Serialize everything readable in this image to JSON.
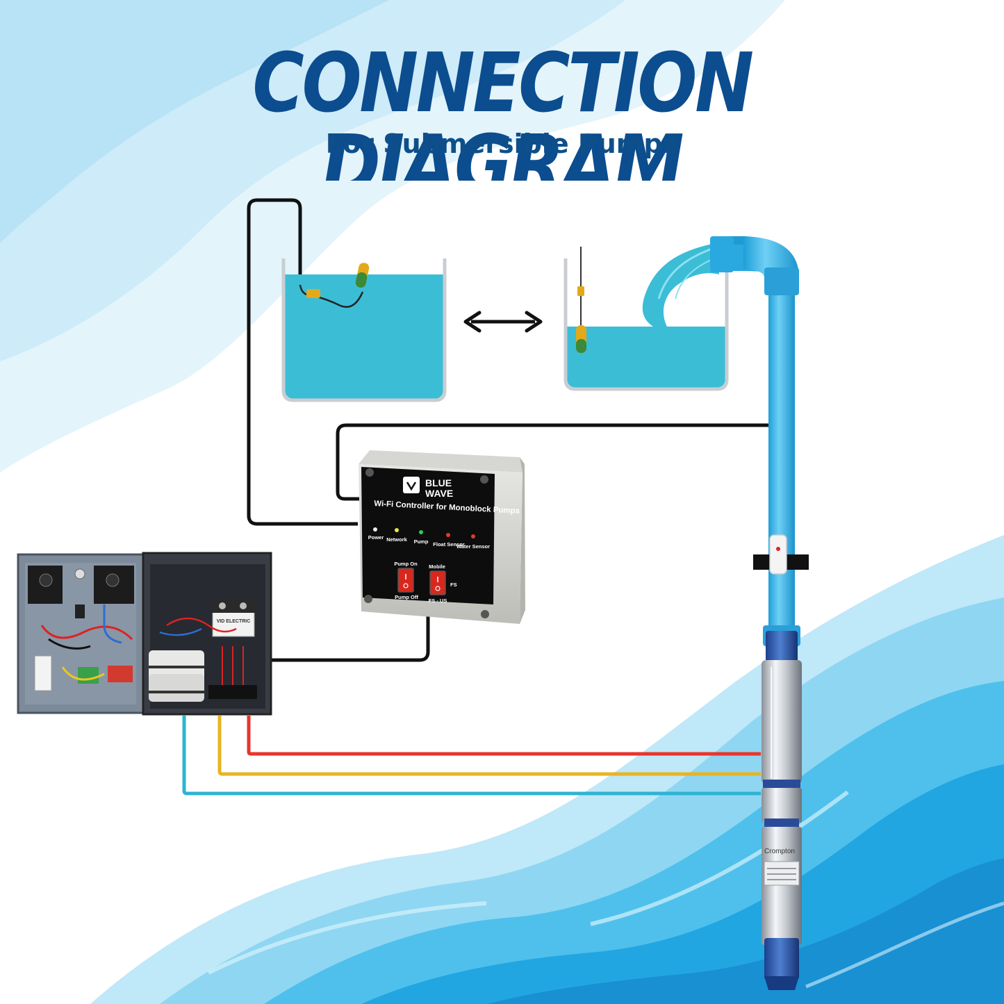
{
  "header": {
    "title": "CONNECTION DIAGRAM",
    "subtitle": "For Submersible Pumps"
  },
  "controller": {
    "brand_line1": "BLUE",
    "brand_line2": "WAVE",
    "model": "Wi-Fi Controller for Monoblock Pumps",
    "indicators": [
      "Power",
      "Network",
      "Pump",
      "Float Sensor",
      "Water Sensor"
    ],
    "switch1_top": "Pump On",
    "switch1_bottom": "Pump Off",
    "switch2_top": "Mobile",
    "switch2_side": "FS",
    "switch2_bottom": "FS - US"
  },
  "starter": {
    "brand": "VID ELECTRIC"
  },
  "pump": {
    "brand": "Crompton"
  },
  "colors": {
    "title": "#0b4d8f",
    "water": "#3bbdd6",
    "pipe": "#38b6ea",
    "wire_red": "#e8342c",
    "wire_yellow": "#e8b422",
    "wire_blue": "#2eb4d2",
    "wave_dark": "#1ea6e1",
    "wave_light": "#8fdaf3"
  }
}
